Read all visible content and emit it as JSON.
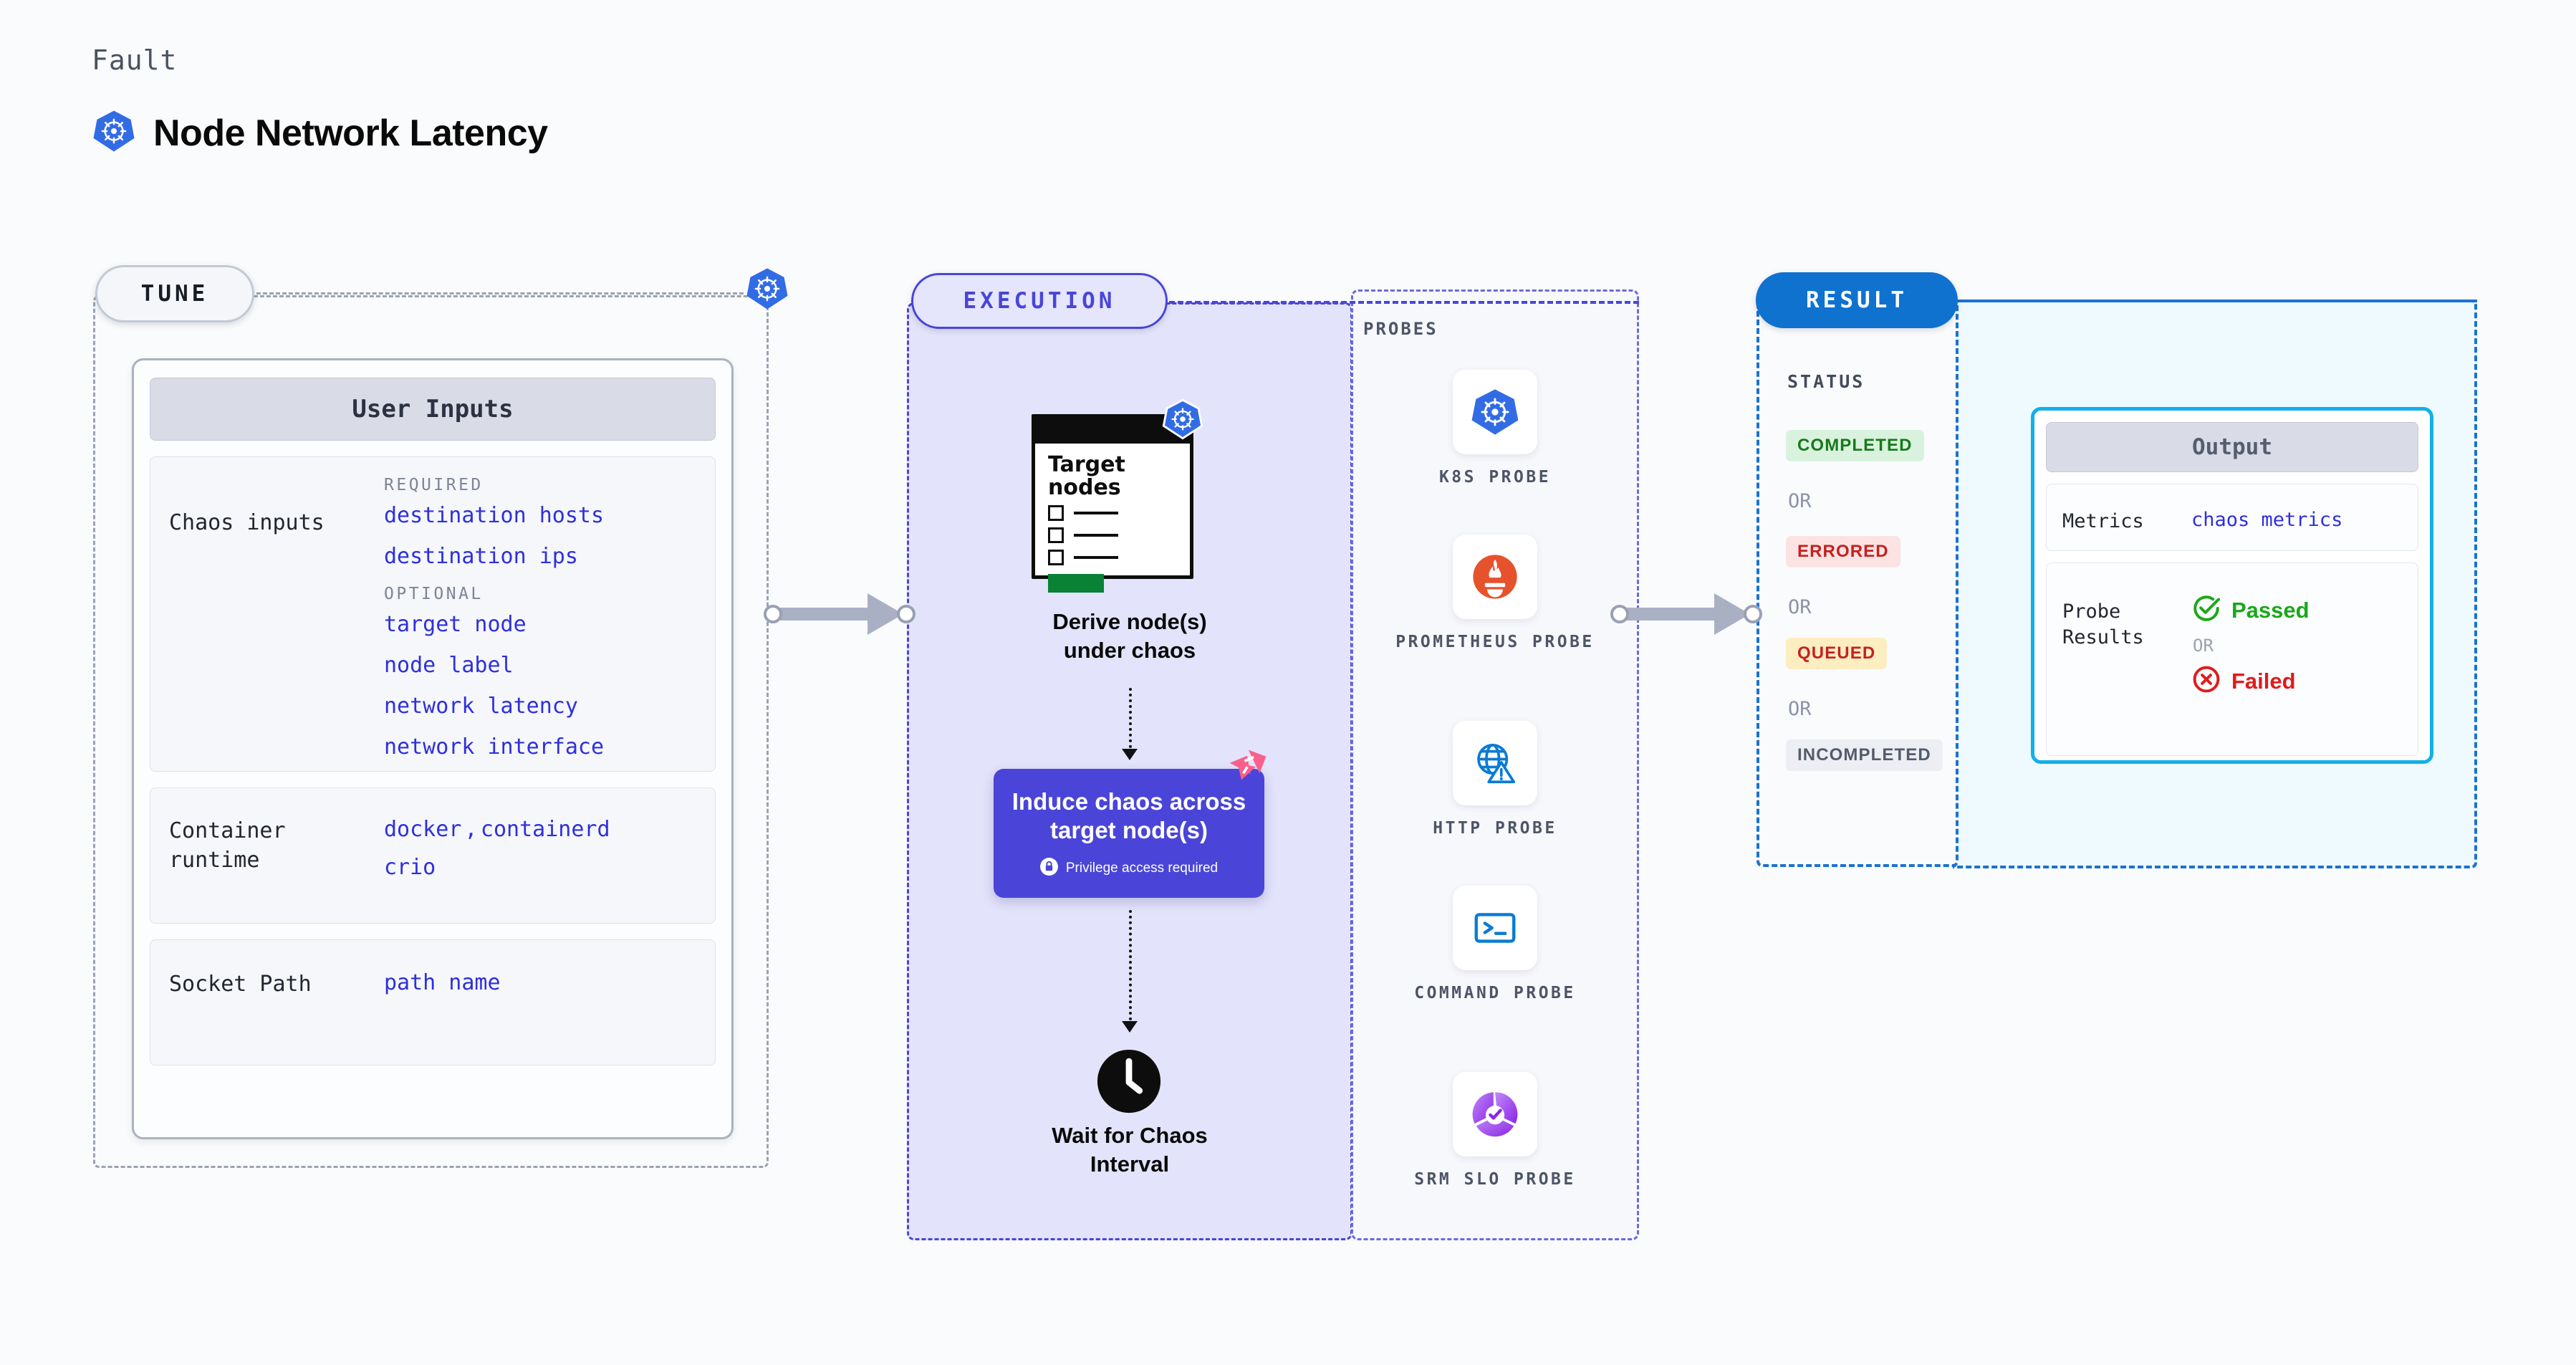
{
  "header": {
    "eyebrow": "Fault",
    "title": "Node Network Latency",
    "icon": "kubernetes-icon"
  },
  "tune": {
    "pill_label": "TUNE",
    "k8s_icon": "kubernetes-icon",
    "card": {
      "heading": "User Inputs",
      "rows": [
        {
          "label": "Chaos inputs",
          "groups": [
            {
              "tag": "REQUIRED",
              "values": [
                "destination hosts",
                "destination ips"
              ]
            },
            {
              "tag": "OPTIONAL",
              "values": [
                "target node",
                "node label",
                "network latency",
                "network interface"
              ]
            }
          ]
        },
        {
          "label": "Container\nruntime",
          "values_line1": [
            "docker",
            "containerd"
          ],
          "values_line2": [
            "crio"
          ],
          "separator": ","
        },
        {
          "label": "Socket Path",
          "values": [
            "path name"
          ]
        }
      ]
    }
  },
  "execution": {
    "pill_label": "EXECUTION",
    "steps": [
      {
        "type": "card",
        "card_title": "Target\nnodes",
        "badge_icon": "kubernetes-icon",
        "caption": "Derive node(s)\nunder chaos"
      },
      {
        "type": "action",
        "text": "Induce chaos across\ntarget node(s)",
        "badge_text": "Privilege access required",
        "badge_icon": "lock-icon",
        "corner_icon": "litmus-logo"
      },
      {
        "type": "wait",
        "icon": "clock-icon",
        "caption": "Wait for Chaos\nInterval"
      }
    ]
  },
  "probes": {
    "section_label": "PROBES",
    "items": [
      {
        "name": "K8S PROBE",
        "icon": "kubernetes-icon"
      },
      {
        "name": "PROMETHEUS PROBE",
        "icon": "prometheus-icon"
      },
      {
        "name": "HTTP PROBE",
        "icon": "http-globe-warning-icon"
      },
      {
        "name": "COMMAND PROBE",
        "icon": "terminal-icon"
      },
      {
        "name": "SRM SLO PROBE",
        "icon": "srm-slo-icon"
      }
    ]
  },
  "result": {
    "pill_label": "RESULT",
    "status_label": "STATUS",
    "or_label": "OR",
    "statuses": [
      {
        "label": "COMPLETED",
        "color": "#157a1c",
        "bg": "#d9f2dd"
      },
      {
        "label": "ERRORED",
        "color": "#c62020",
        "bg": "#fbe3e3"
      },
      {
        "label": "QUEUED",
        "color": "#c62020",
        "bg": "#fdeec2"
      },
      {
        "label": "INCOMPLETED",
        "color": "#545b6b",
        "bg": "#eceef3"
      }
    ]
  },
  "output": {
    "heading": "Output",
    "rows": [
      {
        "label": "Metrics",
        "value": "chaos metrics"
      },
      {
        "label": "Probe\nResults",
        "passed_text": "Passed",
        "or_label": "OR",
        "failed_text": "Failed",
        "passed_icon": "check-circle-icon",
        "failed_icon": "x-circle-icon"
      }
    ]
  },
  "colors": {
    "page_bg": "#fafbfc",
    "tune_border": "#9aa3b2",
    "execution_accent": "#4a45d8",
    "execution_bg": "#e3e3fb",
    "probes_bg": "#f7f8fc",
    "result_accent": "#0f72cf",
    "output_bg": "#eefaff",
    "output_card_border": "#12b0e8",
    "value_blue": "#2f2fdd",
    "k8s_blue": "#326ce5",
    "prometheus_orange": "#e6522c",
    "litmus_pink": "#fa5f8d",
    "passed_green": "#1aa81a",
    "failed_red": "#e01b1b"
  }
}
